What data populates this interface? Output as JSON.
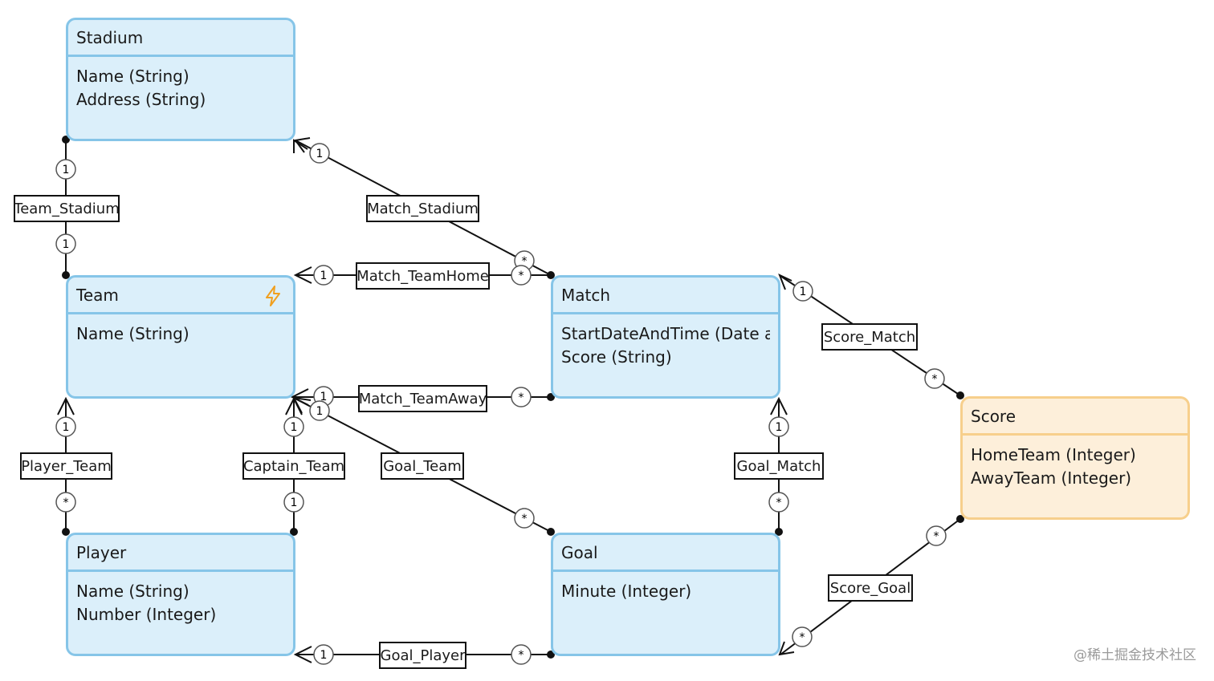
{
  "entities": {
    "stadium": {
      "name": "Stadium",
      "attrs": [
        "Name (String)",
        "Address (String)"
      ]
    },
    "team": {
      "name": "Team",
      "attrs": [
        "Name (String)"
      ],
      "icon": "lightning-icon"
    },
    "player": {
      "name": "Player",
      "attrs": [
        "Name (String)",
        "Number (Integer)"
      ]
    },
    "match": {
      "name": "Match",
      "attrs": [
        "StartDateAndTime (Date a...",
        "Score (String)"
      ]
    },
    "goal": {
      "name": "Goal",
      "attrs": [
        "Minute (Integer)"
      ]
    },
    "score": {
      "name": "Score",
      "attrs": [
        "HomeTeam (Integer)",
        "AwayTeam (Integer)"
      ]
    }
  },
  "relations": {
    "team_stadium": {
      "label": "Team_Stadium",
      "source_mult": "1",
      "target_mult": "1"
    },
    "match_stadium": {
      "label": "Match_Stadium",
      "source_mult": "*",
      "target_mult": "1"
    },
    "match_teamhome": {
      "label": "Match_TeamHome",
      "source_mult": "*",
      "target_mult": "1"
    },
    "match_teamaway": {
      "label": "Match_TeamAway",
      "source_mult": "*",
      "target_mult": "1"
    },
    "score_match": {
      "label": "Score_Match",
      "source_mult": "*",
      "target_mult": "1"
    },
    "player_team": {
      "label": "Player_Team",
      "source_mult": "*",
      "target_mult": "1"
    },
    "captain_team": {
      "label": "Captain_Team",
      "source_mult": "1",
      "target_mult": "1"
    },
    "goal_team": {
      "label": "Goal_Team",
      "source_mult": "*",
      "target_mult": "1"
    },
    "goal_match": {
      "label": "Goal_Match",
      "source_mult": "*",
      "target_mult": "1"
    },
    "score_goal": {
      "label": "Score_Goal",
      "source_mult": "*",
      "target_mult": "*"
    },
    "goal_player": {
      "label": "Goal_Player",
      "source_mult": "*",
      "target_mult": "1"
    }
  },
  "colors": {
    "entity_border": "#86c5e8",
    "entity_fill": "#dbeffa",
    "highlight_border": "#f7cf8c",
    "highlight_fill": "#fdefda",
    "line": "#111111",
    "icon": "#f0a020"
  },
  "watermark": "@稀土掘金技术社区"
}
